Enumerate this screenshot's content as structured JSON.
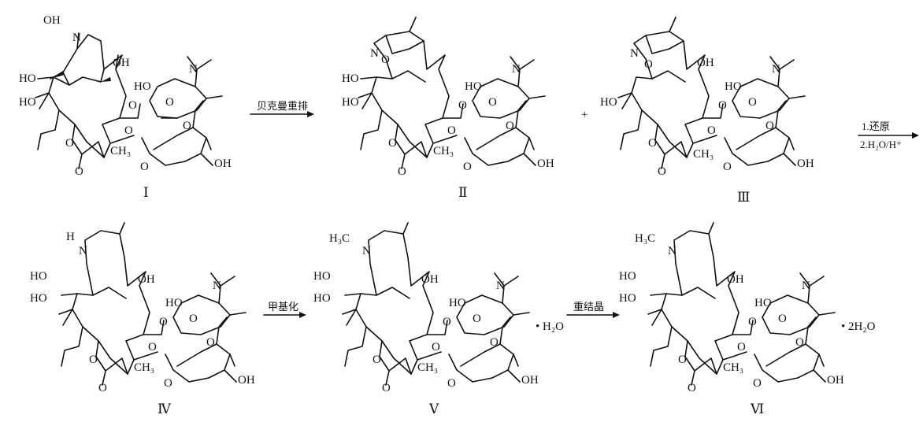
{
  "compounds": [
    {
      "id": "I",
      "number": "Ⅰ",
      "labels": {
        "noh_o": "OH",
        "noh_n": "N",
        "ho1": "HO",
        "ho2": "HO",
        "oh_top": "OH",
        "ring_o1": "O",
        "ho_sugar": "HO",
        "nme2": "N",
        "o_sugar": "O",
        "ome": "O",
        "lac_o": "O",
        "carb_o": "O",
        "ch3": "CH₃",
        "o_cl": "O",
        "cl_o": "O",
        "cl_oh": "OH"
      }
    },
    {
      "id": "II",
      "number": "Ⅱ",
      "labels": {
        "n": "N",
        "o_ring": "O",
        "ho1": "HO",
        "ho2": "HO",
        "ho_sugar": "HO",
        "nme2": "N",
        "o_link": "O",
        "o_sugar": "O",
        "ome": "O",
        "lac_o": "O",
        "carb_o": "O",
        "ch3": "CH₃",
        "o_cl": "O",
        "cl_o": "O",
        "cl_oh": "OH"
      }
    },
    {
      "id": "III",
      "number": "Ⅲ",
      "labels": {
        "n": "N",
        "o_ring": "O",
        "oh_top": "OH",
        "ho_sugar": "HO",
        "nme2": "N",
        "ho1": "HO",
        "o_link": "O",
        "o_sugar": "O",
        "ome": "O",
        "lac_o": "O",
        "carb_o": "O",
        "ch3": "CH₃",
        "o_cl": "O",
        "cl_o": "O",
        "cl_oh": "OH"
      }
    },
    {
      "id": "IV",
      "number": "Ⅳ",
      "labels": {
        "h": "H",
        "n": "N",
        "oh_top": "OH",
        "ho1": "HO",
        "ho2": "HO",
        "ho_sugar": "HO",
        "nme2": "N",
        "o_link": "O",
        "o_sugar": "O",
        "ome": "O",
        "lac_o": "O",
        "carb_o": "O",
        "ch3": "CH₃",
        "o_cl": "O",
        "cl_o": "O",
        "cl_oh": "OH"
      }
    },
    {
      "id": "V",
      "number": "Ⅴ",
      "labels": {
        "h3c": "H₃C",
        "n": "N",
        "oh_top": "OH",
        "ho1": "HO",
        "ho2": "HO",
        "ho_sugar": "HO",
        "nme2": "N",
        "o_link": "O",
        "o_sugar": "O",
        "ome": "O",
        "lac_o": "O",
        "carb_o": "O",
        "ch3": "CH₃",
        "o_cl": "O",
        "cl_o": "O",
        "cl_oh": "OH",
        "hydrate": "• H₂O"
      }
    },
    {
      "id": "VI",
      "number": "Ⅵ",
      "labels": {
        "h3c": "H₃C",
        "n": "N",
        "oh_top": "OH",
        "ho1": "HO",
        "ho2": "HO",
        "ho_sugar": "HO",
        "nme2": "N",
        "o_link": "O",
        "o_sugar": "O",
        "ome": "O",
        "lac_o": "O",
        "carb_o": "O",
        "ch3": "CH₃",
        "o_cl": "O",
        "cl_o": "O",
        "cl_oh": "OH",
        "hydrate": "• 2H₂O"
      }
    }
  ],
  "arrows": [
    {
      "id": "a1",
      "label": "贝克曼重排"
    },
    {
      "id": "a2",
      "label_top": "1.还原",
      "label_bottom": "2.H₂O/H⁺"
    },
    {
      "id": "a3",
      "label": "甲基化"
    },
    {
      "id": "a4",
      "label": "重结晶"
    }
  ],
  "plus": "+"
}
